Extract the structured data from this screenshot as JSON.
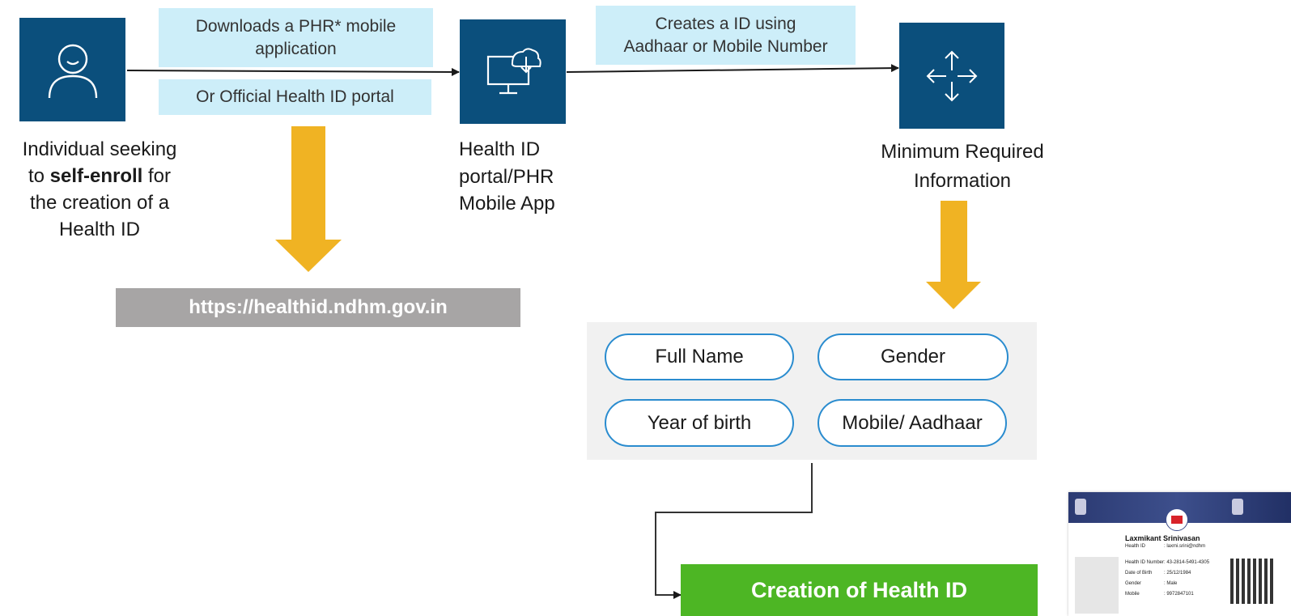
{
  "colors": {
    "icon_tile": "#0b4f7c",
    "label_box": "#cdeef9",
    "down_arrow": "#f0b323",
    "url_bar": "#a7a5a5",
    "field_border": "#2a8ccf",
    "field_panel": "#f1f1f1",
    "result_bar": "#4db624"
  },
  "icons": {
    "individual": "person-icon",
    "portal": "cloud-download-monitor-icon",
    "info": "four-way-arrows-icon"
  },
  "step1": {
    "caption_line1": "Individual seeking",
    "caption_line2_pre": "to ",
    "caption_line2_bold": "self-enroll",
    "caption_line2_post": " for",
    "caption_line3": "the creation of a",
    "caption_line4": "Health ID"
  },
  "connector1": {
    "top_label_line1": "Downloads a PHR* mobile",
    "top_label_line2": "application",
    "bottom_label": "Or Official Health ID portal"
  },
  "step2": {
    "caption_line1": "Health ID",
    "caption_line2": "portal/PHR",
    "caption_line3": "Mobile App"
  },
  "connector2": {
    "label_line1": "Creates a ID using",
    "label_line2": "Aadhaar or Mobile Number"
  },
  "step3": {
    "caption_line1": "Minimum Required",
    "caption_line2": "Information"
  },
  "url": "https://healthid.ndhm.gov.in",
  "fields": [
    "Full Name",
    "Gender",
    "Year of birth",
    "Mobile/ Aadhaar"
  ],
  "result": "Creation of Health ID",
  "card": {
    "name": "Laxmikant Srinivasan",
    "rows": [
      {
        "label": "Health ID",
        "value": ": laxmi.srini@ndhm"
      },
      {
        "label": "Health ID Number",
        "value": ": 43-2814-5491-4305"
      },
      {
        "label": "Date of Birth",
        "value": ": 25/12/1984"
      },
      {
        "label": "Gender",
        "value": ": Male"
      },
      {
        "label": "Mobile",
        "value": ": 9972847101"
      }
    ]
  }
}
